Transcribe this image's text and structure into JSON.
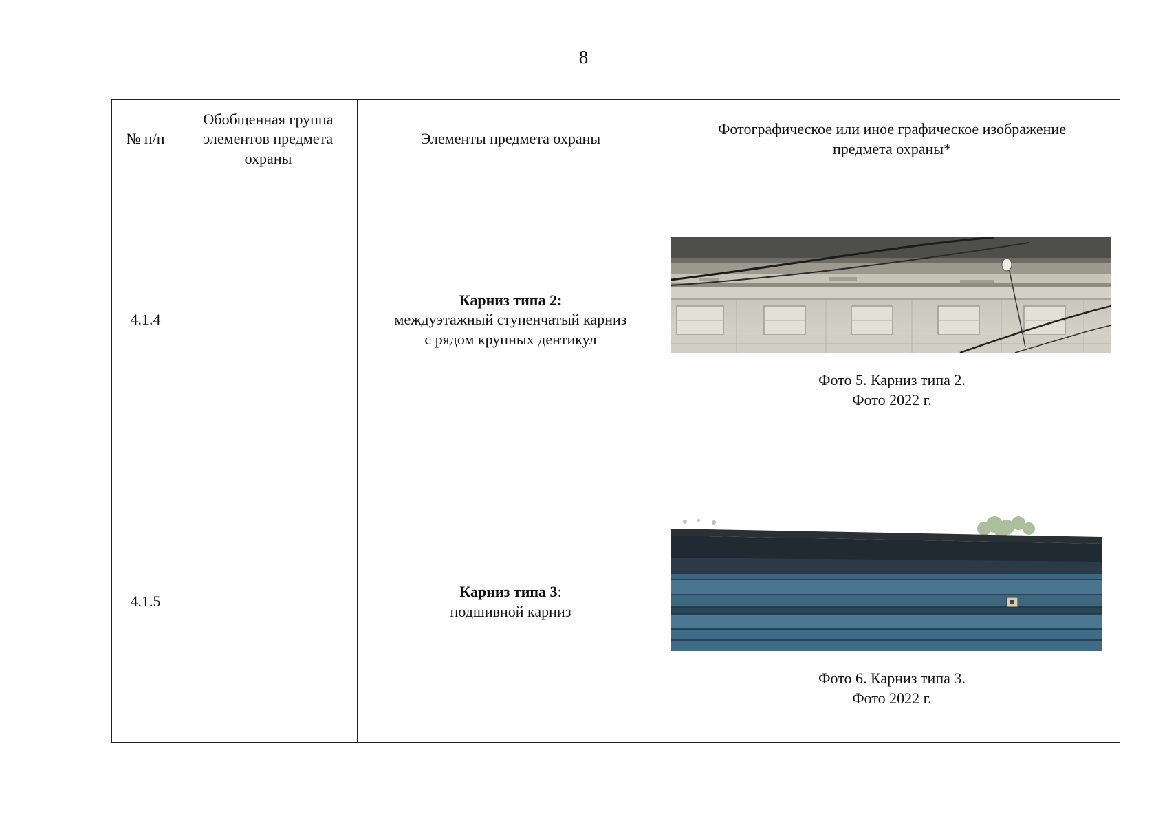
{
  "page": {
    "number": "8"
  },
  "table": {
    "headers": {
      "num": "№ п/п",
      "group": "Обобщенная группа элементов предмета охраны",
      "elements": "Элементы предмета охраны",
      "image": "Фотографическое или иное графическое изображение предмета охраны*"
    },
    "rows": [
      {
        "num": "4.1.4",
        "element_title": "Карниз типа 2:",
        "element_desc_line1": "междуэтажный ступенчатый карниз",
        "element_desc_line2": "с рядом крупных дентикул",
        "photo_caption_line1": "Фото 5. Карниз типа 2.",
        "photo_caption_line2": "Фото 2022 г."
      },
      {
        "num": "4.1.5",
        "element_title": "Карниз типа 3",
        "element_title_suffix": ":",
        "element_desc_line1": "подшивной карниз",
        "photo_caption_line1": "Фото 6. Карниз типа 3.",
        "photo_caption_line2": "Фото 2022 г."
      }
    ]
  }
}
